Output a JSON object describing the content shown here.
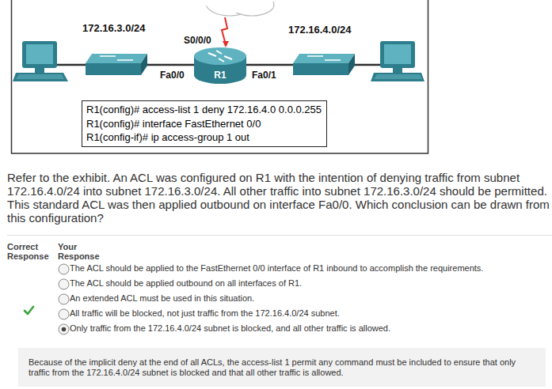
{
  "diagram": {
    "nodes": [
      {
        "text": [
          "R1"
        ]
      },
      {
        "text": [
          "R1(config)# access-list 1 deny 172.16.4.0 0.0.0.255",
          "R1(config)# interface FastEthernet 0/0",
          "R1(config-if)# ip access-group 1 out"
        ]
      },
      {
        "text": [
          "Because of the implicit deny at the end of all ACLs, the access-list 1 permit any command must be included to ensure that only traffic from the 172.16.4.0/24 subnet is blocked and that all other traffic is allowed."
        ]
      }
    ],
    "labels": [
      "172.16.3.0/24",
      "S0/0/0",
      "172.16.4.0/24",
      "Fa0/0",
      "Fa0/1",
      "Refer to the exhibit. An ACL was configured on R1 with the intention of denying traffic from subnet 172.16.4.0/24 into subnet 172.16.3.0/24. All other traffic into subnet 172.16.3.0/24 should be permitted. This standard ACL was then applied outbound on interface Fa0/0. Which conclusion can be drawn from this configuration?",
      "Correct Response",
      "Your Response",
      "The ACL should be applied to the FastEthernet 0/0 interface of R1 inbound to accomplish the requirements.",
      "The ACL should be applied outbound on all interfaces of R1.",
      "An extended ACL must be used in this situation.",
      "All traffic will be blocked, not just traffic from the 172.16.4.0/24 subnet.",
      "Only traffic from the 172.16.4.0/24 subnet is blocked, and all other traffic is allowed."
    ]
  }
}
